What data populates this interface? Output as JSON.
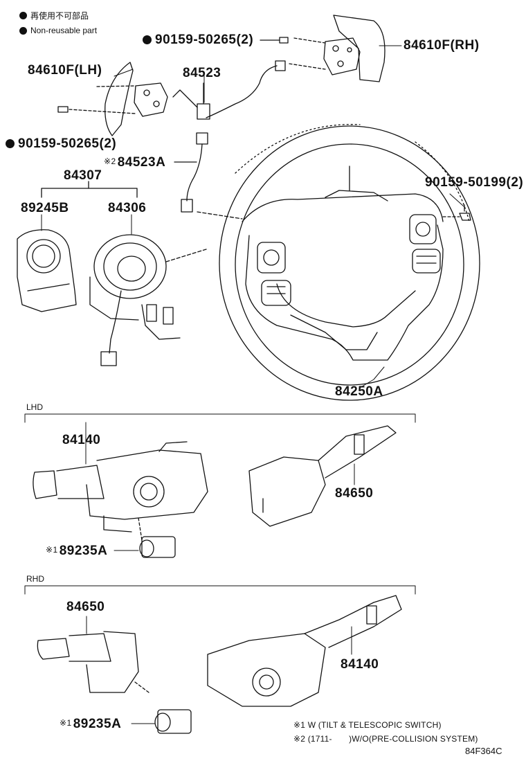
{
  "legend": [
    {
      "text": "再使用不可部品"
    },
    {
      "text": "Non-reusable part"
    }
  ],
  "parts": {
    "paddle_rh": "84610F(RH)",
    "paddle_lh": "84610F(LH)",
    "bolt_top": "90159-50265(2)",
    "bolt_left": "90159-50265(2)",
    "wire_84523": "84523",
    "wire_84523a": "84523A",
    "wire_84523a_mark": "※2",
    "clock_assy": "84307",
    "sensor_89245b": "89245B",
    "spiral_84306": "84306",
    "bolt_right": "90159-50199(2)",
    "wheel_84250a": "84250A",
    "lhd_84140": "84140",
    "lhd_84650": "84650",
    "lhd_89235a": "89235A",
    "lhd_89235a_mark": "※1",
    "rhd_84650": "84650",
    "rhd_84140": "84140",
    "rhd_89235a": "89235A",
    "rhd_89235a_mark": "※1"
  },
  "sections": {
    "lhd": "LHD",
    "rhd": "RHD"
  },
  "notes": [
    {
      "mark": "※1",
      "text": "W (TILT & TELESCOPIC SWITCH)"
    },
    {
      "mark": "※2",
      "text": "(1711-　　)W/O(PRE-COLLISION SYSTEM)"
    }
  ],
  "diagram_code": "84F364C",
  "colors": {
    "line": "#111111",
    "fill": "#ffffff",
    "shade": "#d9d9d9"
  }
}
